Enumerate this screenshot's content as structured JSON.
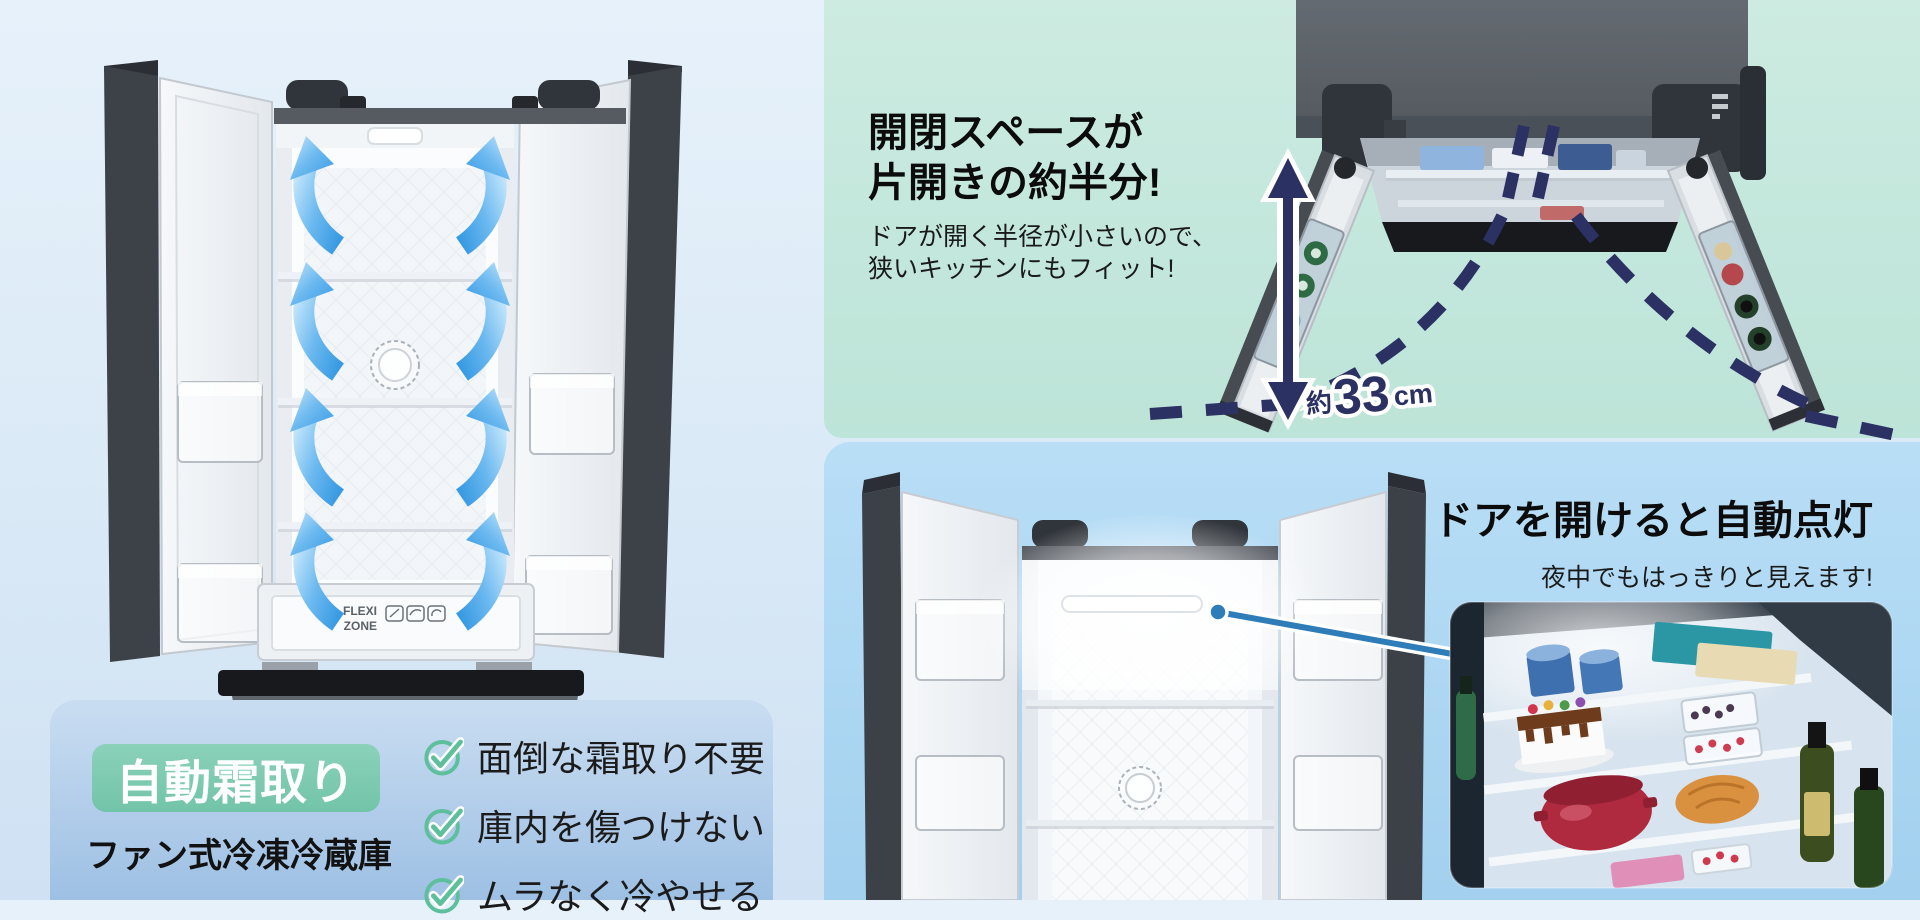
{
  "left_section": {
    "badge": "自動霜取り",
    "subtitle": "ファン式冷凍冷蔵庫",
    "checklist": [
      "面倒な霜取り不要",
      "庫内を傷つけない",
      "ムラなく冷やせる"
    ],
    "flexi_line1": "FLEXI",
    "flexi_line2": "ZONE"
  },
  "top_right_section": {
    "heading_line1": "開閉スペースが",
    "heading_line2": "片開きの約半分!",
    "sub_line1": "ドアが開く半径が小さいので、",
    "sub_line2": "狭いキッチンにもフィット!",
    "measurement": {
      "prefix": "約",
      "value": "33",
      "unit": "cm"
    }
  },
  "bottom_right_section": {
    "heading": "ドアを開けると自動点灯",
    "subheading": "夜中でもはっきりと見えます!"
  },
  "icons": {
    "check": "check-circle-icon",
    "airflow": "airflow-arrow-icon",
    "measure": "double-headed-arrow-icon",
    "callout": "callout-line-dot",
    "fan": "circulation-fan-icon"
  },
  "colors": {
    "badge_teal": "#7cc9ae",
    "check_green": "#5dbf9c",
    "navy": "#2b3163",
    "callout_blue": "#2e7cb8",
    "mint_bg": "#c3e7dc",
    "light_blue_bg": "#abd6f2",
    "panel_blue": "#b2cdea",
    "airflow_blue": "#4aa3e6"
  }
}
